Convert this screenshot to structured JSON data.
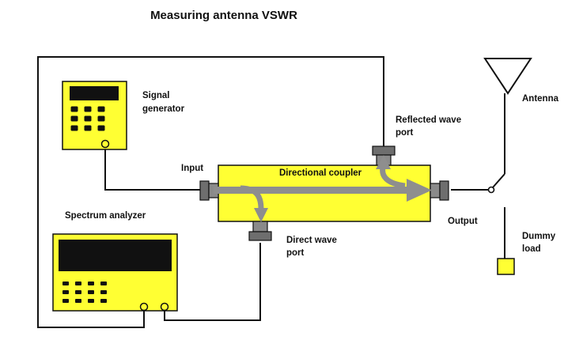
{
  "title": "Measuring antenna VSWR",
  "labels": {
    "signal_generator": [
      "Signal",
      "generator"
    ],
    "spectrum_analyzer": "Spectrum analyzer",
    "input": "Input",
    "directional_coupler": "Directional coupler",
    "reflected_wave_port": [
      "Reflected wave",
      "port"
    ],
    "direct_wave_port": [
      "Direct wave",
      "port"
    ],
    "output": "Output",
    "antenna": "Antenna",
    "dummy_load": [
      "Dummy",
      "load"
    ]
  },
  "colors": {
    "device_yellow": "#ffff33",
    "screen_black": "#111111",
    "connector_gray": "#7a7a7a",
    "arrow_gray": "#8e8e8e",
    "wire": "#111111"
  },
  "icons": [
    "antenna-icon",
    "switch-icon",
    "dummy-load-icon",
    "arrow-icon"
  ]
}
